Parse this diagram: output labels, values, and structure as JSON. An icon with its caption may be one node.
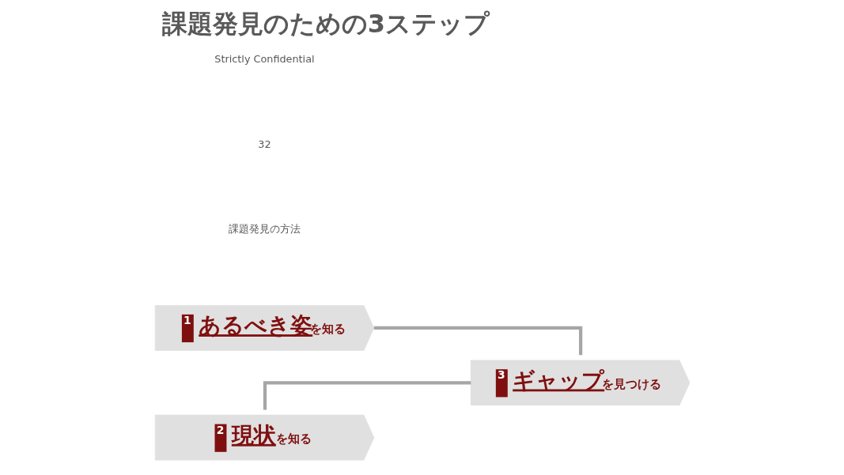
{
  "diagram": {
    "title": "課題発見のための3ステップ",
    "nodes": [
      {
        "text": [
          "1",
          "**あるべき姿**を知る"
        ]
      },
      {
        "text": [
          "2",
          "**現状**を知る"
        ]
      },
      {
        "text": [
          "3",
          "**ギャップ**を見つける"
        ]
      }
    ],
    "edges": [
      {
        "from": 0,
        "to": 2,
        "arrow": "none"
      },
      {
        "from": 1,
        "to": 2,
        "arrow": "none"
      }
    ],
    "labels": [
      "課題発見の方法",
      "32",
      "Strictly Confidential"
    ]
  }
}
